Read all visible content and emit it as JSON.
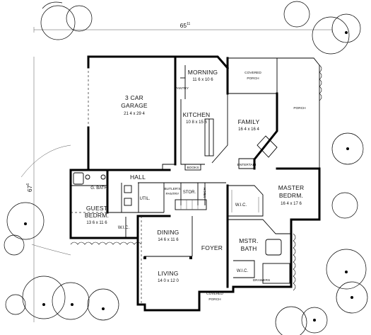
{
  "plan": {
    "overall_width": "65",
    "overall_width_sup": "11",
    "overall_depth": "67",
    "overall_depth_sup": "6"
  },
  "rooms": {
    "garage": {
      "line1": "3 CAR",
      "line2": "GARAGE",
      "dim": "21 4 x 29 4"
    },
    "morning": {
      "name": "MORNING",
      "dim": "11 6 x 10 6"
    },
    "pantry": {
      "name": "PANTRY"
    },
    "covered_porch_top": {
      "line1": "COVERED",
      "line2": "PORCH"
    },
    "porch": {
      "name": "PORCH"
    },
    "kitchen": {
      "name": "KITCHEN",
      "dim": "10 8 x 15 6"
    },
    "family": {
      "name": "FAMILY",
      "dim": "16 4 x 16 4"
    },
    "entertain": {
      "name": "ENTERTAIN"
    },
    "books": {
      "name": "BOOKS"
    },
    "hall": {
      "name": "HALL"
    },
    "guest_bath": {
      "name": "G. BATH"
    },
    "util": {
      "name": "UTIL."
    },
    "butlers_pantry": {
      "line1": "BUTLER'S",
      "line2": "PANTRY"
    },
    "stor": {
      "name": "STOR."
    },
    "mech": {
      "name": "MECH"
    },
    "wic_master": {
      "name": "W.I.C."
    },
    "master_bedrm": {
      "line1": "MASTER",
      "line2": "BEDRM.",
      "dim": "16 4 x 17 6"
    },
    "guest_bedrm": {
      "line1": "GUEST",
      "line2": "BEDRM.",
      "dim": "13 6 x 11 6"
    },
    "wic_guest": {
      "name": "W.I.C."
    },
    "dining": {
      "name": "DINING",
      "dim": "14 6 x 11 6"
    },
    "foyer": {
      "name": "FOYER"
    },
    "mstr_bath": {
      "line1": "MSTR.",
      "line2": "BATH"
    },
    "wic_bath": {
      "name": "W.I.C."
    },
    "living": {
      "name": "LIVING",
      "dim": "14 0 x 12 0"
    },
    "drawers": {
      "name": "DRAWERS"
    },
    "covered_porch_front": {
      "line1": "COVERED",
      "line2": "PORCH"
    }
  }
}
